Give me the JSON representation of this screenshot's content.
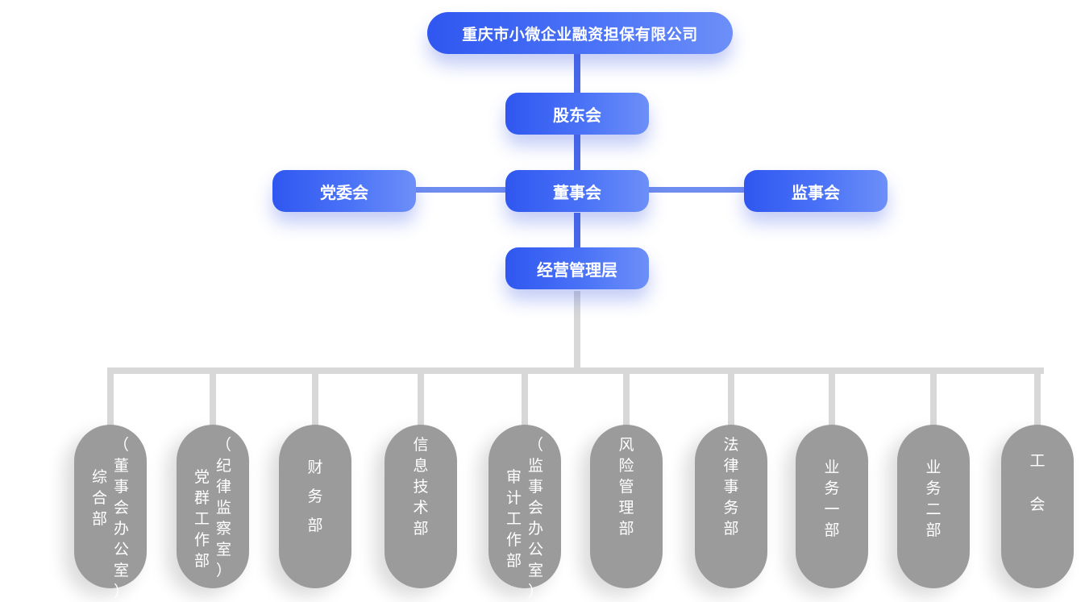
{
  "company": "重庆市小微企业融资担保有限公司",
  "shareholders": "股东会",
  "board": "董事会",
  "party_committee": "党委会",
  "supervisors": "监事会",
  "management": "经营管理层",
  "departments": [
    {
      "name": "综合部",
      "note": "（董事会办公室）"
    },
    {
      "name": "党群工作部",
      "note": "（纪律监察室）"
    },
    {
      "name": "财务部"
    },
    {
      "name": "信息技术部"
    },
    {
      "name": "审计工作部",
      "note": "（监事会办公室）"
    },
    {
      "name": "风险管理部"
    },
    {
      "name": "法律事务部"
    },
    {
      "name": "业务一部"
    },
    {
      "name": "业务二部"
    },
    {
      "name": "工会"
    }
  ]
}
